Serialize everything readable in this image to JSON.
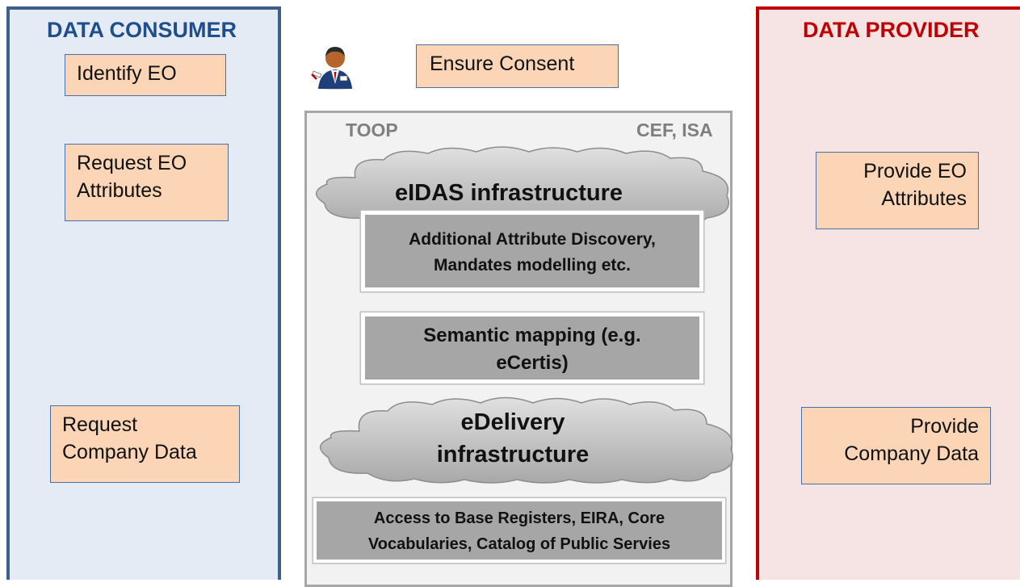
{
  "consumer": {
    "title": "DATA CONSUMER",
    "boxes": {
      "identify": [
        "Identify EO"
      ],
      "request_attributes": [
        "Request EO",
        "Attributes"
      ],
      "request_company": [
        "Request",
        "Company Data"
      ]
    }
  },
  "provider": {
    "title": "DATA PROVIDER",
    "boxes": {
      "provide_attributes": [
        "Provide EO",
        "Attributes"
      ],
      "provide_company": [
        "Provide",
        "Company Data"
      ]
    }
  },
  "center": {
    "consent": "Ensure Consent",
    "toop_label": "TOOP",
    "cef_label": "CEF, ISA",
    "eidas_cloud": "eIDAS infrastructure",
    "edelivery_cloud": [
      "eDelivery",
      "infrastructure"
    ],
    "attribute_discovery": [
      "Additional Attribute Discovery,",
      "Mandates modelling etc."
    ],
    "semantic_mapping": [
      "Semantic mapping (e.g.",
      "eCertis)"
    ],
    "base_registers": [
      "Access to Base Registers, EIRA, Core",
      "Vocabularies, Catalog of Public Servies"
    ]
  },
  "colors": {
    "consumer_border": "#3e5f8a",
    "consumer_title": "#1f4e8c",
    "provider_border": "#c00000",
    "provider_title": "#c00000",
    "box_fill": "#fbd5b5",
    "grey_box_fill": "#a6a6a6",
    "cloud_fill": "#c9c9c9"
  },
  "icons": [
    "person-icon"
  ]
}
